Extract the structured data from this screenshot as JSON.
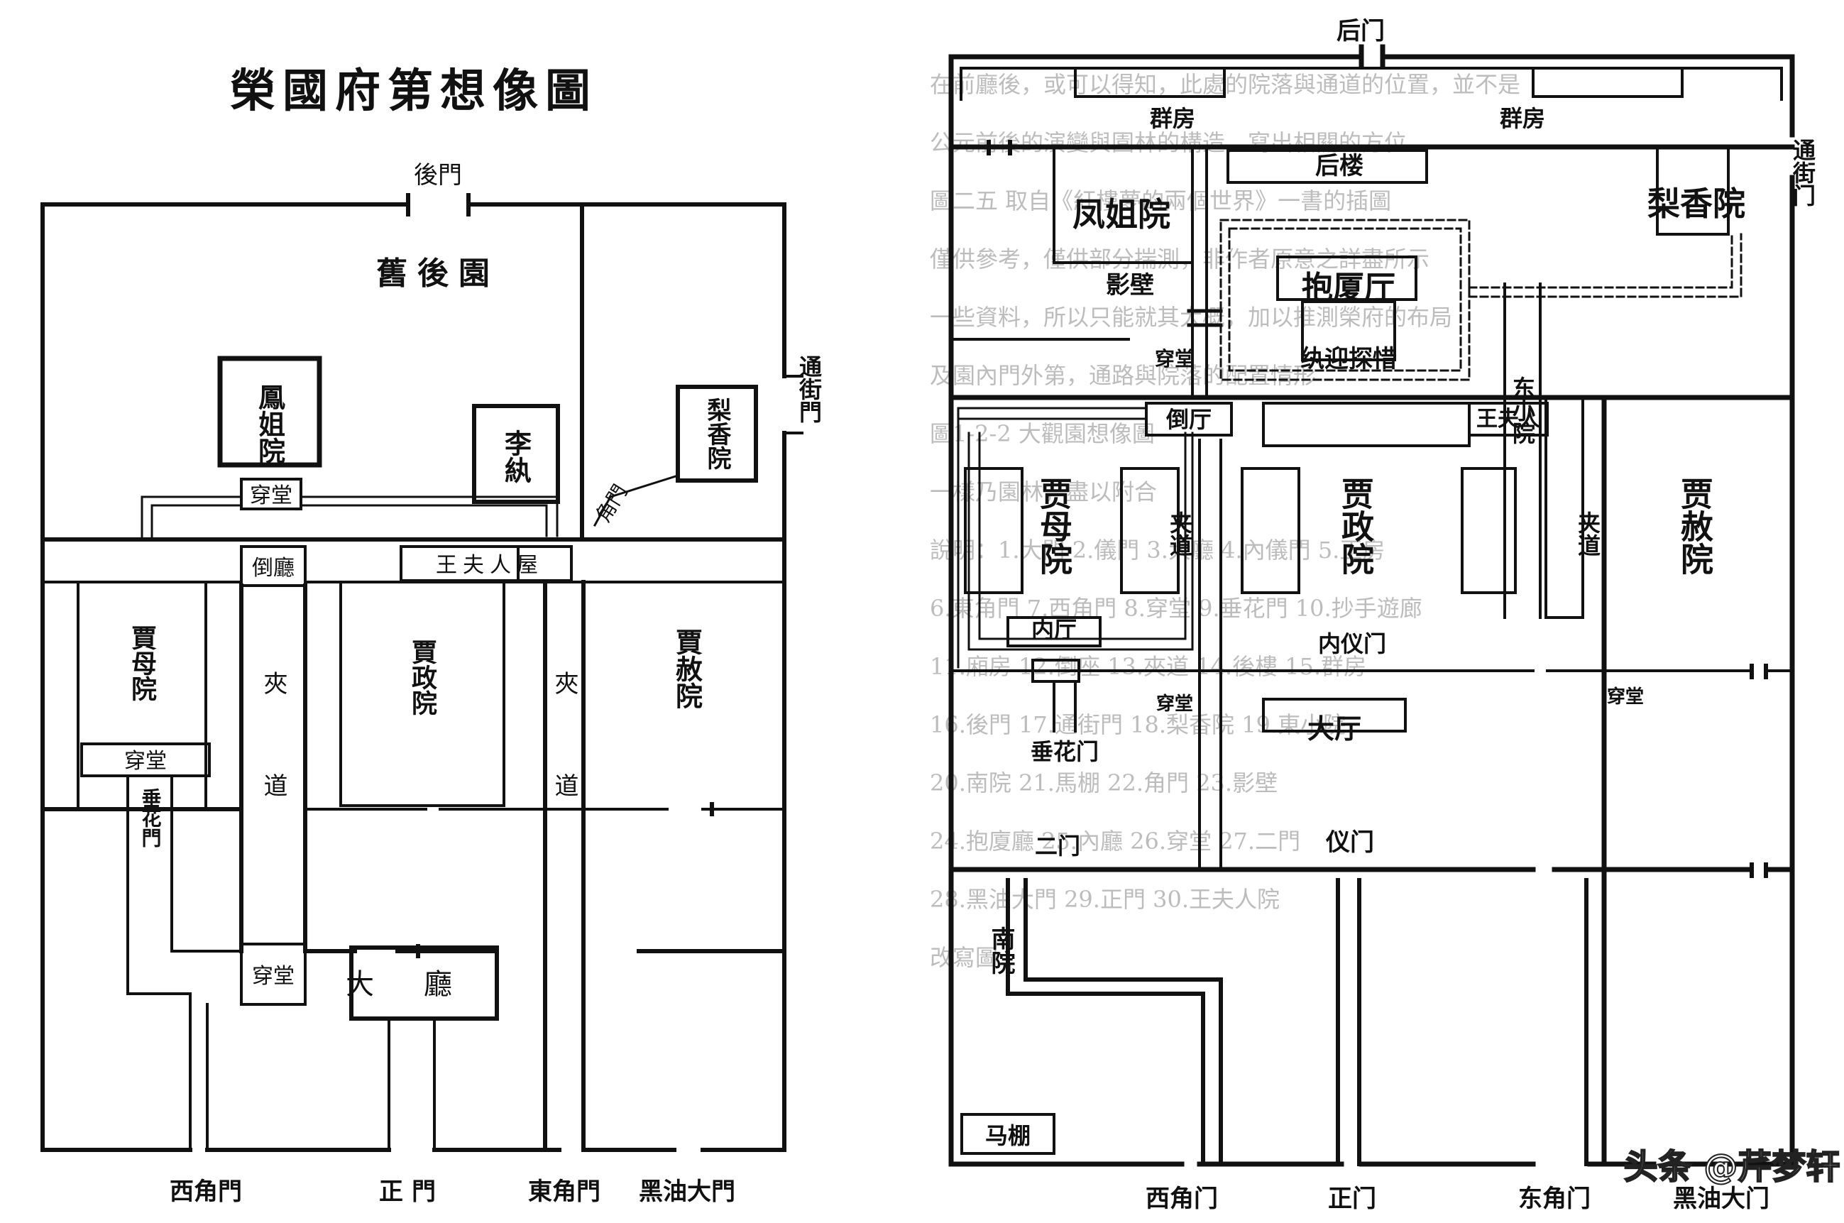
{
  "colors": {
    "ink": "#111111",
    "paper": "#ffffff",
    "bleed": "#bcbcbc"
  },
  "left_plan": {
    "title": "榮國府第想像圖",
    "labels": {
      "back_gate": "後門",
      "old_garden": "舊後園",
      "side_street_gate": "通街門",
      "fengjie_court": "鳳姐院",
      "li_wan": "李紈",
      "lixiang_court": "梨香院",
      "passage_top": "穿堂",
      "corner_gate": "角門",
      "daoting": "倒廳",
      "madam_wang_room": "王夫人屋",
      "jiamu_court": "賈母院",
      "jiazheng_court": "賈政院",
      "jiashe_court": "賈赦院",
      "alley_west": "夾道",
      "alley_east": "夾道",
      "passage_jiamu": "穿堂",
      "chuihua_gate": "垂花門",
      "passage_bottom": "穿堂",
      "main_hall": "大廳",
      "west_corner_gate": "西角門",
      "main_gate": "正門",
      "east_corner_gate": "東角門",
      "black_oil_gate": "黑油大門"
    }
  },
  "right_plan": {
    "labels": {
      "back_gate": "后门",
      "group_rooms_left": "群房",
      "group_rooms_right": "群房",
      "rear_building": "后楼",
      "side_street_gate": "通街门",
      "fengjie_court": "凤姐院",
      "lixiang_court": "梨香院",
      "baosha_hall": "抱厦厅",
      "screen_wall": "影壁",
      "passage_hall": "穿堂",
      "naying_xixi": "纨迎探惜",
      "east_small_court": "东小院",
      "daoting": "倒厅",
      "madam_wang": "王夫人",
      "jiamu_court": "贾母院",
      "alley_west": "夹道",
      "jiazheng_court": "贾政院",
      "alley_east": "夹道",
      "jiashe_court": "贾赦院",
      "inner_hall": "内厅",
      "inner_ceremonial_gate": "内仪门",
      "passage_mid": "穿堂",
      "passage_east": "穿堂",
      "main_hall": "大厅",
      "chuihua_gate": "垂花门",
      "second_gate": "二门",
      "ceremonial_gate": "仪门",
      "south_court": "南院",
      "stable": "马棚",
      "west_corner_gate": "西角门",
      "main_gate": "正门",
      "east_corner_gate": "东角门",
      "black_oil_gate": "黑油大门"
    },
    "watermark": "头条 @芹梦轩",
    "bleed_text": [
      "在前廳後，或可以得知，此處的院落與通道的位置，並不是",
      "公元前後的演變與園林的構造，寫出相關的方位",
      "圖二五 取自《紅樓夢的兩個世界》一書的插圖",
      "僅供參考，僅供部分揣測，非作者原意之詳盡所示",
      "一些資料，所以只能就其大概，加以推測榮府的布局",
      "及園內門外第，通路與院落的配置情形",
      "圖1-2-2 大觀園想像圖",
      "一樣乃園林，盡以附合",
      "說明：1.大門 2.儀門 3.大廳 4.內儀門 5.正房",
      "6.東角門 7.西角門 8.穿堂 9.垂花門 10.抄手遊廊",
      "11.廂房 12.倒座 13.夾道 14.後樓 15.群房",
      "16.後門 17.通街門 18.梨香院 19.東小院",
      "20.南院 21.馬棚 22.角門 23.影壁",
      "24.抱廈廳 25.內廳 26.穿堂 27.二門",
      "28.黑油大門 29.正門 30.王夫人院",
      "改寫圖"
    ]
  }
}
